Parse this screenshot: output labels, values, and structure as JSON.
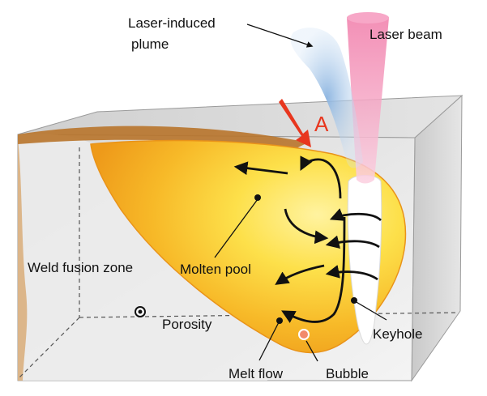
{
  "labels": {
    "plume_line1": "Laser-induced",
    "plume_line2": "plume",
    "laser_beam": "Laser beam",
    "marker_a": "A",
    "weld_fusion_zone": "Weld fusion zone",
    "molten_pool": "Molten pool",
    "porosity": "Porosity",
    "keyhole": "Keyhole",
    "melt_flow": "Melt flow",
    "bubble": "Bubble"
  },
  "colors": {
    "block_front": "#e9e9e9",
    "block_top": "#d6d6d6",
    "block_side": "#c6c6c6",
    "pool_outer": "#f0a31c",
    "pool_mid": "#f7c42a",
    "pool_core": "#fde873",
    "laser_beam": "#f28bb5",
    "plume": "#9fc3e6",
    "marker_a": "#e8361e",
    "arrow": "#111111"
  }
}
